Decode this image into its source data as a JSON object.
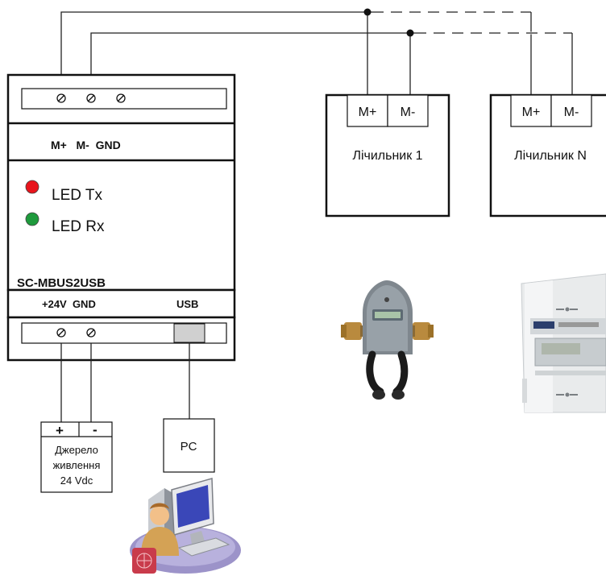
{
  "device": {
    "bus_terminals": "M+   M-  GND",
    "led_tx": "LED Tx",
    "led_rx": "LED Rx",
    "model": "SC-MBUS2USB",
    "power_label": "+24V  GND",
    "usb_label": "USB",
    "colors": {
      "led_tx": "#e8141c",
      "led_rx": "#1e9a3c"
    }
  },
  "meter1": {
    "m_plus": "M+",
    "m_minus": "M-",
    "name": "Лічильник 1"
  },
  "meterN": {
    "m_plus": "M+",
    "m_minus": "M-",
    "name": "Лічильник N"
  },
  "power_supply": {
    "plus": "+",
    "minus": "-",
    "line1": "Джерело",
    "line2": "живлення",
    "line3": "24 Vdc"
  },
  "pc": {
    "label": "PC"
  },
  "images": {
    "water_meter": "heat-meter-photo",
    "electric_meter": "din-electricity-meter-photo",
    "computer_user": "computer-user-icon"
  }
}
